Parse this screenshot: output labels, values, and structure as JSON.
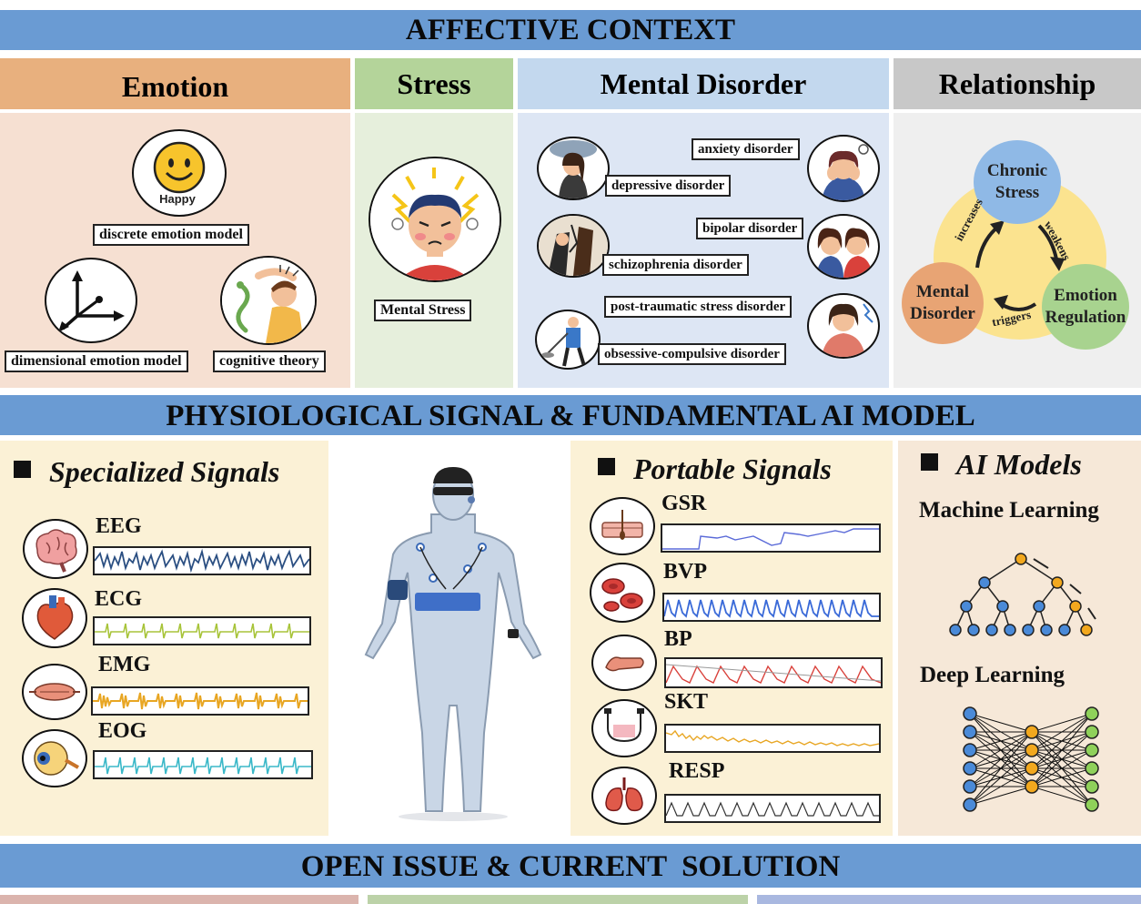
{
  "banners": {
    "affective": "AFFECTIVE CONTEXT",
    "physio": "PHYSIOLOGICAL SIGNAL & FUNDAMENTAL AI MODEL",
    "open": "OPEN ISSUE & CURRENT  SOLUTION"
  },
  "columns": {
    "emotion": "Emotion",
    "stress": "Stress",
    "mental": "Mental Disorder",
    "relationship": "Relationship"
  },
  "emotion": {
    "happy": "Happy",
    "discrete": "discrete emotion model",
    "dimensional": "dimensional emotion model",
    "cognitive": "cognitive theory"
  },
  "stress": {
    "label": "Mental Stress"
  },
  "disorders": {
    "anxiety": "anxiety disorder",
    "depressive": "depressive disorder",
    "bipolar": "bipolar disorder",
    "schizophrenia": "schizophrenia disorder",
    "ptsd": "post-traumatic stress disorder",
    "ocd": "obsessive-compulsive disorder"
  },
  "relationship": {
    "chronic": "Chronic Stress",
    "mental": "Mental Disorder",
    "emotion": "Emotion Regulation",
    "increases": "increases",
    "weakens": "weakens",
    "triggers": "triggers"
  },
  "specialized": {
    "title": "Specialized Signals",
    "signals": [
      "EEG",
      "ECG",
      "EMG",
      "EOG"
    ]
  },
  "portable": {
    "title": "Portable Signals",
    "signals": [
      "GSR",
      "BVP",
      "BP",
      "SKT",
      "RESP"
    ]
  },
  "ai": {
    "title": "AI Models",
    "ml": "Machine Learning",
    "dl": "Deep Learning"
  },
  "colors": {
    "banner": "#6a9bd3",
    "emotion": "#e8b07e",
    "stress": "#b4d49a",
    "mental": "#c3d8ee",
    "relationship": "#c8c8c8"
  }
}
